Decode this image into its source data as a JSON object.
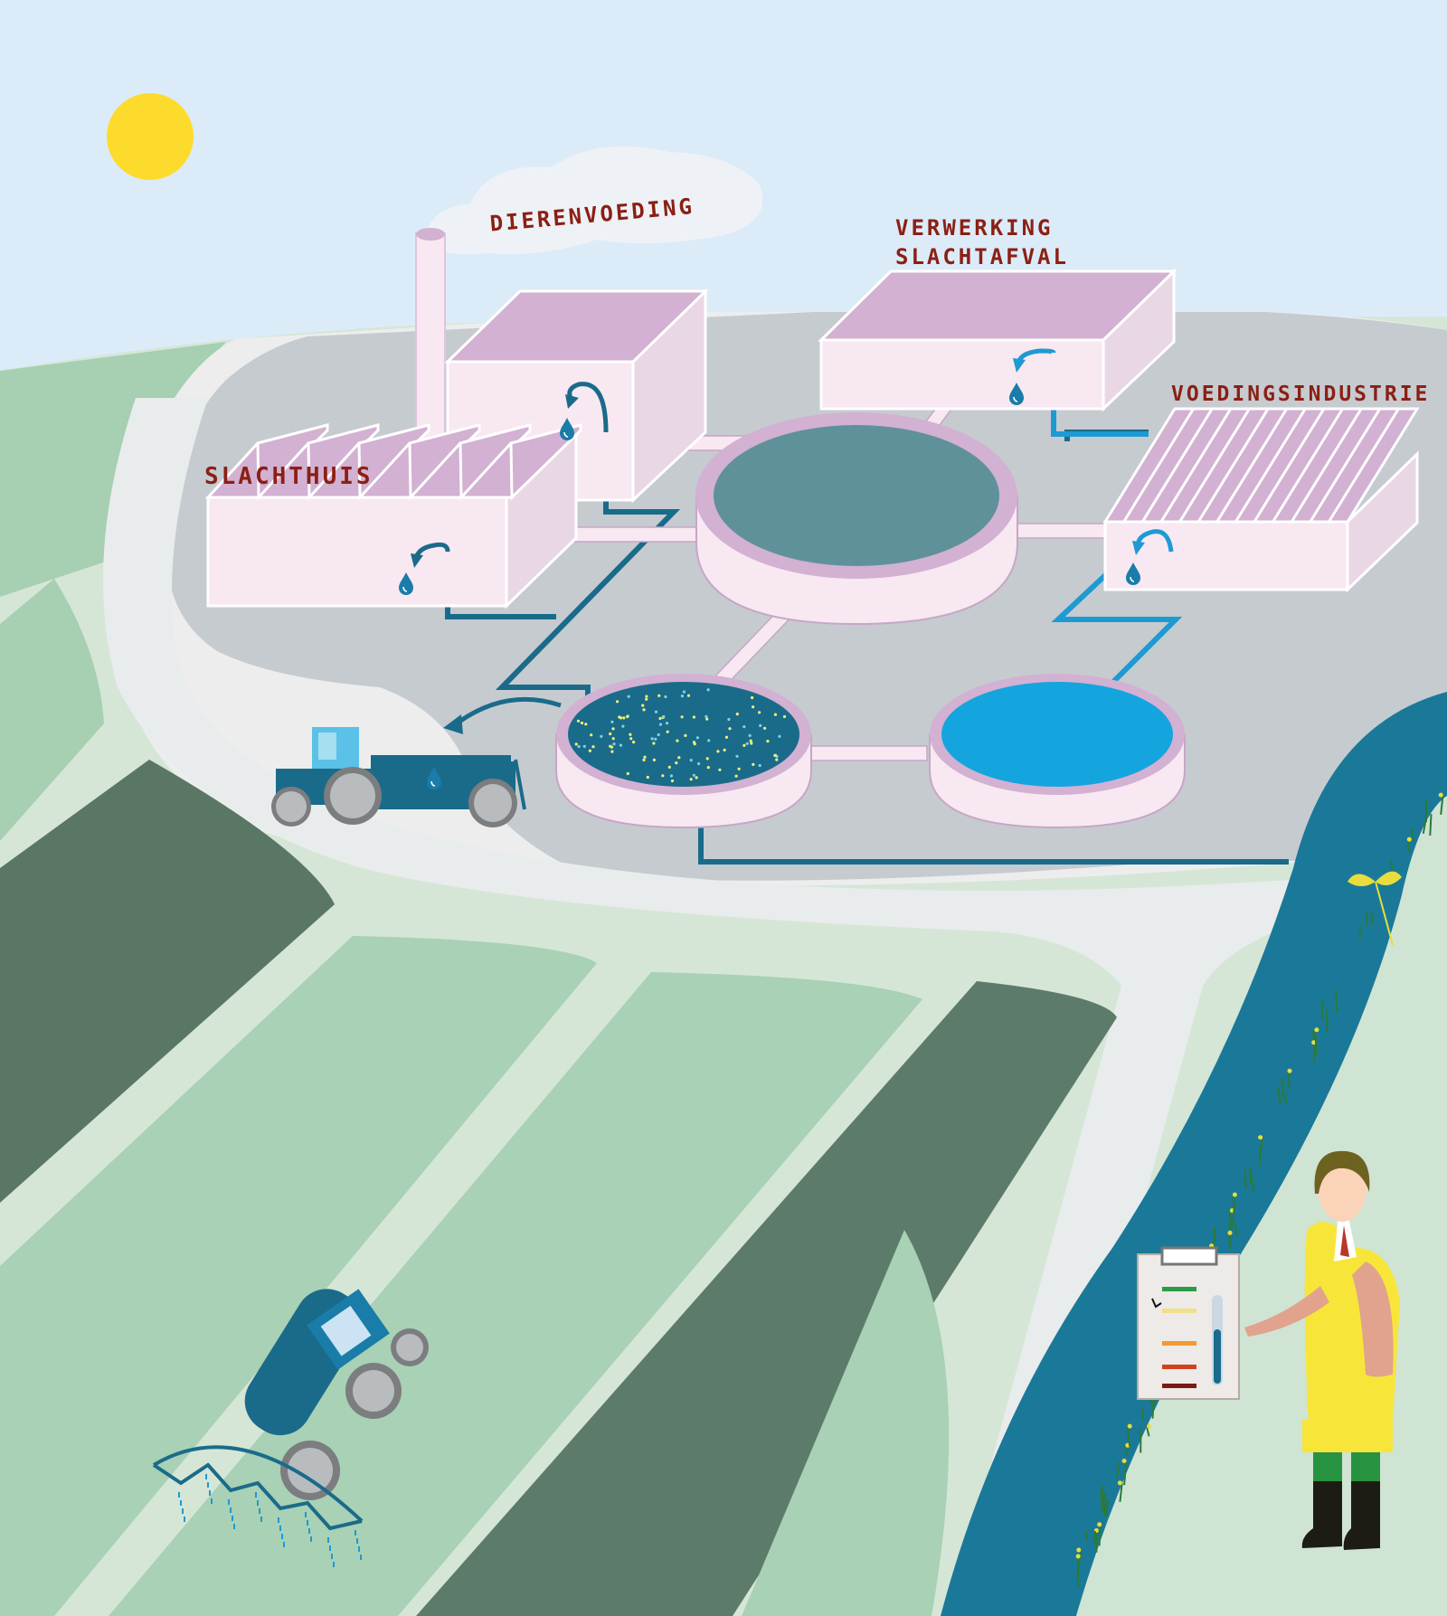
{
  "labels": {
    "dierenvoeding": "DIERENVOEDING",
    "verwerking_line1": "VERWERKING",
    "verwerking_line2": "SLACHTAFVAL",
    "voedingsindustrie": "VOEDINGSINDUSTRIE",
    "slachthuis": "SLACHTHUIS"
  },
  "colors": {
    "sky": "#dcebf8",
    "sun": "#fddb2c",
    "label_text": "#8b1f14",
    "building_wall": "#f8e8f1",
    "building_roof": "#d2b1d2",
    "pipe_dark": "#1a6b8a",
    "pipe_light": "#1e9ad3",
    "basin_water": "#5f919b",
    "clean_water": "#14a5df",
    "river": "#1a7999",
    "field_light": "#a8d1b5",
    "field_dark": "#5a7665",
    "coat_yellow": "#f8e53a"
  },
  "icons": {
    "sun": "sun-icon",
    "droplet": "water-drop-icon",
    "tractor": "tractor-icon",
    "sprayer": "sprayer-icon",
    "inspector": "person-icon",
    "clipboard": "clipboard-icon"
  }
}
